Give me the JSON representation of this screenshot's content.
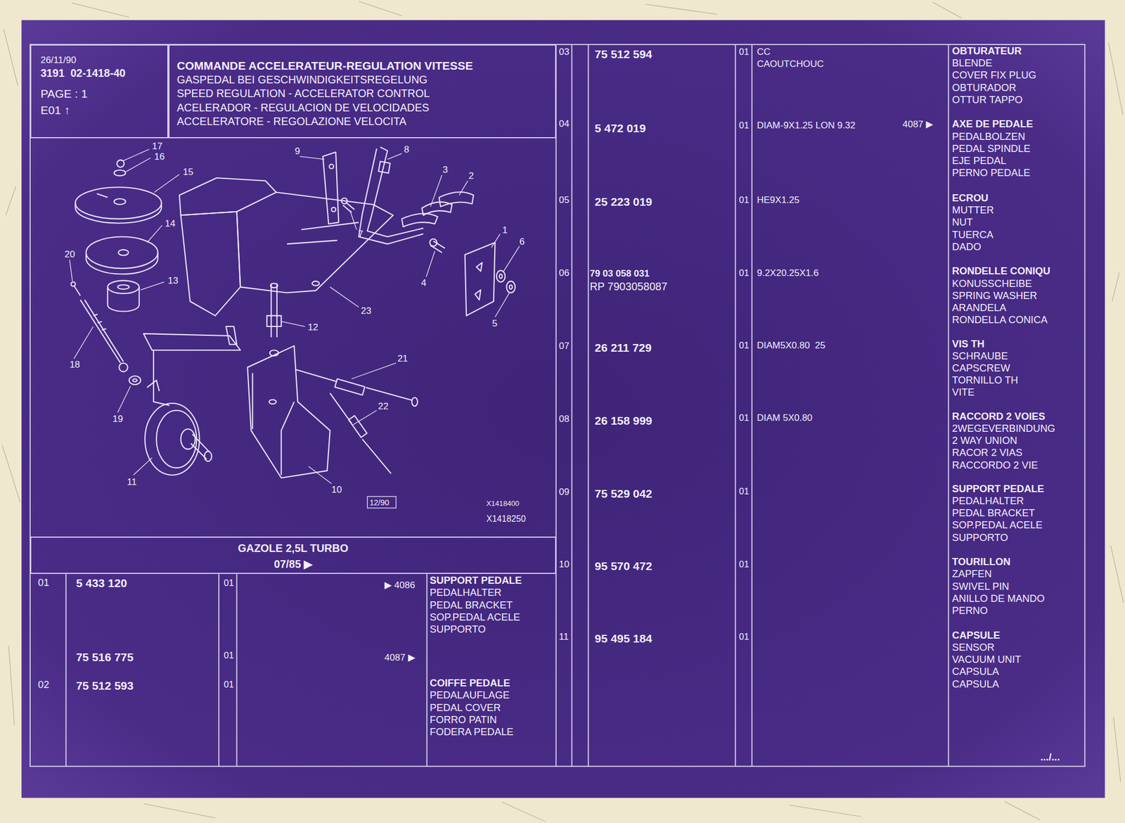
{
  "diagram": {
    "title": "COMMANDE ACCELERATEUR-REGULATION VITESSE",
    "nodes": [
      {
        "text": [
          "26/11/90",
          "3191  02-1418-40",
          "PAGE : 1",
          "E01 ↑"
        ]
      },
      {
        "text": [
          "GASPEDAL BEI GESCHWINDIGKEITSREGELUNG",
          "SPEED REGULATION - ACCELERATOR CONTROL",
          "ACELERADOR - REGULACION DE VELOCIDADES",
          "ACCELERATORE - REGOLAZIONE VELOCITA"
        ]
      },
      {
        "text": [
          "GAZOLE 2,5L TURBO",
          "07/85 ▶"
        ]
      }
    ],
    "labels": [
      "17",
      "16",
      "15",
      "14",
      "13",
      "20",
      "18",
      "19",
      "11",
      "10",
      "9",
      "8",
      "3",
      "2",
      "1",
      "6",
      "7",
      "4",
      "5",
      "12",
      "23",
      "21",
      "22",
      "12/90",
      "X1418400",
      "X1418250",
      "01",
      "5 433 120",
      "01",
      "▶ 4086",
      "SUPPORT PEDALE",
      "PEDALHALTER",
      "PEDAL BRACKET",
      "SOP.PEDAL ACELE",
      "SUPPORTO",
      "75 516 775",
      "01",
      "4087 ▶",
      "02",
      "75 512 593",
      "01",
      "COIFFE PEDALE",
      "PEDALAUFLAGE",
      "PEDAL COVER",
      "FORRO PATIN",
      "FODERA PEDALE",
      "03",
      "75 512 594",
      "01",
      "CC",
      "CAOUTCHOUC",
      "OBTURATEUR",
      "BLENDE",
      "COVER FIX PLUG",
      "OBTURADOR",
      "OTTUR TAPPO",
      "04",
      "5 472 019",
      "01",
      "DIAM-9X1.25 LON 9.32",
      "4087 ▶",
      "AXE DE PEDALE",
      "PEDALBOLZEN",
      "PEDAL SPINDLE",
      "EJE PEDAL",
      "PERNO PEDALE",
      "05",
      "25 223 019",
      "01",
      "HE9X1.25",
      "ECROU",
      "MUTTER",
      "NUT",
      "TUERCA",
      "DADO",
      "06",
      "79 03 058 031",
      "RP 7903058087",
      "01",
      "9.2X20.25X1.6",
      "RONDELLE CONIQU",
      "KONUSSCHEIBE",
      "SPRING WASHER",
      "ARANDELA",
      "RONDELLA CONICA",
      "07",
      "26 211 729",
      "01",
      "DIAM5X0.80  25",
      "VIS TH",
      "SCHRAUBE",
      "CAPSCREW",
      "TORNILLO TH",
      "VITE",
      "08",
      "26 158 999",
      "01",
      "DIAM 5X0.80",
      "RACCORD 2 VOIES",
      "2WEGEVERBINDUNG",
      "2 WAY UNION",
      "RACOR 2 VIAS",
      "RACCORDO 2 VIE",
      "09",
      "75 529 042",
      "01",
      "SUPPORT PEDALE",
      "PEDALHALTER",
      "PEDAL BRACKET",
      "SOP.PEDAL ACELE",
      "SUPPORTO",
      "10",
      "95 570 472",
      "01",
      "TOURILLON",
      "ZAPFEN",
      "SWIVEL PIN",
      "ANILLO DE MANDO",
      "PERNO",
      "11",
      "95 495 184",
      "01",
      "CAPSULE",
      "SENSOR",
      "VACUUM UNIT",
      "CAPSULA",
      "CAPSULA",
      ".../..."
    ]
  }
}
